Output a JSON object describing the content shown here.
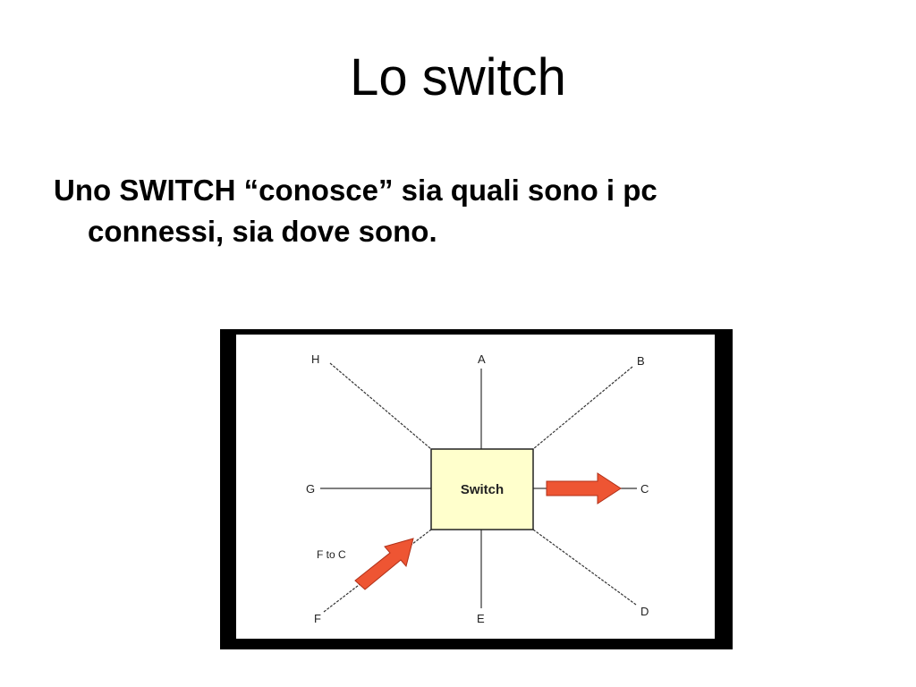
{
  "slide": {
    "title": "Lo switch",
    "bullet_line1": "Uno SWITCH “conosce” sia quali sono i pc",
    "bullet_line2": "connessi, sia dove sono."
  },
  "diagram": {
    "switch_label": "Switch",
    "nodes": {
      "A": "A",
      "B": "B",
      "C": "C",
      "D": "D",
      "E": "E",
      "F": "F",
      "G": "G",
      "H": "H"
    },
    "path_label": "F to C",
    "colors": {
      "switch_fill": "#ffffcc",
      "arrow_fill": "#ee5533",
      "frame": "#000000"
    }
  }
}
